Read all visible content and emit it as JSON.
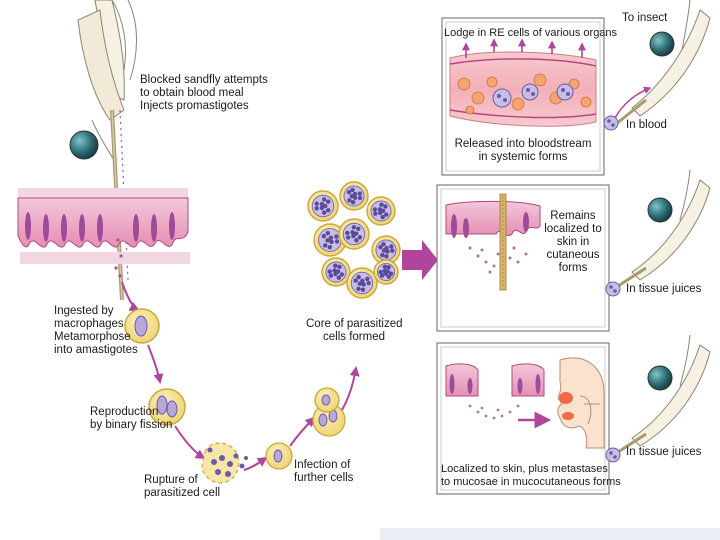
{
  "labels": {
    "sandfly": [
      "Blocked sandfly attempts",
      "to obtain blood meal",
      "Injects promastigotes"
    ],
    "ingested": [
      "Ingested by",
      "macrophages",
      "Metamorphose",
      "into amastigotes"
    ],
    "reproduction": [
      "Reproduction",
      "by binary fission"
    ],
    "rupture": [
      "Rupture of",
      "parasitized cell"
    ],
    "infection": [
      "Infection of",
      "further cells"
    ],
    "core": [
      "Core of parasitized",
      "cells formed"
    ]
  },
  "panels": {
    "systemic": {
      "top": "Lodge in RE cells of various organs",
      "bottom": [
        "Released into bloodstream",
        "in systemic forms"
      ],
      "side_top": "To insect",
      "side": "In blood"
    },
    "cutaneous": {
      "text": [
        "Remains",
        "localized to",
        "skin in",
        "cutaneous",
        "forms"
      ],
      "side": "In tissue juices"
    },
    "mucocutaneous": {
      "text": [
        "Localized to skin, plus metastases",
        "to mucosae in mucocutaneous forms"
      ],
      "side": "In tissue juices"
    }
  },
  "colors": {
    "skin_pink": "#e58fb5",
    "tissue_purple": "#a04a9a",
    "cell_yellow": "#f3df86",
    "cell_border": "#c9a83a",
    "parasite_blue": "#6b5aa8",
    "arrow_purple": "#b0459c",
    "vessel_pink": "#f0a8b0",
    "rbc_orange": "#f4a46e",
    "sandfly_teal": "#2d6b74"
  }
}
